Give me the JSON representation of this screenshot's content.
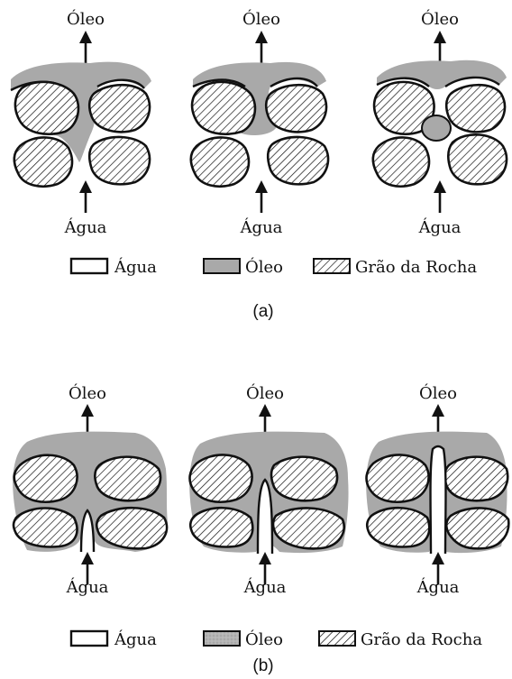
{
  "figure_a": {
    "caption": "(a)",
    "panels": [
      {
        "top_label": "Óleo",
        "bottom_label": "Água"
      },
      {
        "top_label": "Óleo",
        "bottom_label": "Água"
      },
      {
        "top_label": "Óleo",
        "bottom_label": "Água"
      }
    ],
    "legend": [
      {
        "key": "water",
        "label": "Água"
      },
      {
        "key": "oil",
        "label": "Óleo"
      },
      {
        "key": "grain",
        "label": "Grão da Rocha"
      }
    ]
  },
  "figure_b": {
    "caption": "(b)",
    "panels": [
      {
        "top_label": "Óleo",
        "bottom_label": "Água"
      },
      {
        "top_label": "Óleo",
        "bottom_label": "Água"
      },
      {
        "top_label": "Óleo",
        "bottom_label": "Água"
      }
    ],
    "legend": [
      {
        "key": "water",
        "label": "Água"
      },
      {
        "key": "oil",
        "label": "Óleo"
      },
      {
        "key": "grain",
        "label": "Grão da Rocha"
      }
    ]
  },
  "colors": {
    "oil": "#a9a9a9",
    "water": "#ffffff",
    "grain_outline": "#111111"
  }
}
